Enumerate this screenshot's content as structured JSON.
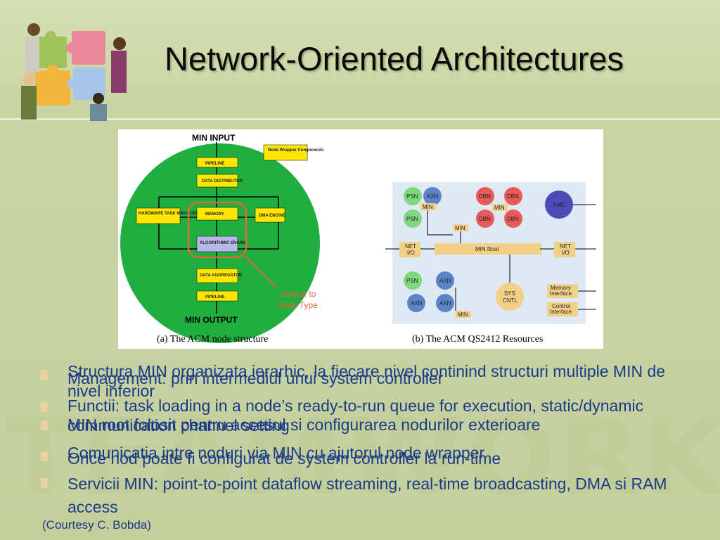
{
  "slide": {
    "title": "Network-Oriented Architectures",
    "courtesy": "(Courtesy C. Bobda)"
  },
  "figure": {
    "left": {
      "min_input": "MIN INPUT",
      "min_output": "MIN OUTPUT",
      "legend": "Node Wrapper Components",
      "pipeline_top": "PIPELINE",
      "data_distributor": "DATA DISTRIBUTOR",
      "hw_task_manager": "HARDWARE TASK MANAGER",
      "memory": "MEMORY",
      "dma_engine": "DMA ENGINE",
      "algorithmic_engine": "ALGORITHMIC ENGINE",
      "data_aggregator": "DATA AGGREGATOR",
      "pipeline_bottom": "PIPELINE",
      "unique_to": "Unique to",
      "node_type": "Node Type",
      "caption": "(a) The ACM node structure"
    },
    "right": {
      "psn": "PSN",
      "axn": "AXN",
      "dbn": "DBN",
      "xmc": "XMC",
      "min": "MIN",
      "min_root": "MIN Root",
      "net_io_left_1": "NET",
      "net_io_left_2": "I/O",
      "net_io_right_1": "NET",
      "net_io_right_2": "I/O",
      "sys": "SYS",
      "cntl": "CNTL",
      "memory_interface_1": "Memory",
      "memory_interface_2": "Interface",
      "control_interface_1": "Control",
      "control_interface_2": "Interface",
      "caption": "(b) The ACM QS2412 Resources"
    }
  },
  "bullets": [
    "Structura MIN organizata ierarhic, la fiecare nivel continind structuri multiple MIN de nivel inferior",
    "Management: prin intermediul unui system controller",
    "Functii: task loading in a node’s ready-to-run queue for execution, static/dynamic communication channel setting",
    "MIN root folosit pentru accesul si configurarea nodurilor exterioare",
    "Comunicatia intre noduri via MIN cu ajutorul node wrapper",
    "Orice nod poate fi configurat de system controller la run-time",
    "Servicii MIN: point-to-point dataflow streaming, real-time broadcasting, DMA si RAM access"
  ],
  "colors": {
    "title": "#0a0a0a",
    "bullet_text": "#1a3a8a",
    "background": "#c8d2a0"
  }
}
